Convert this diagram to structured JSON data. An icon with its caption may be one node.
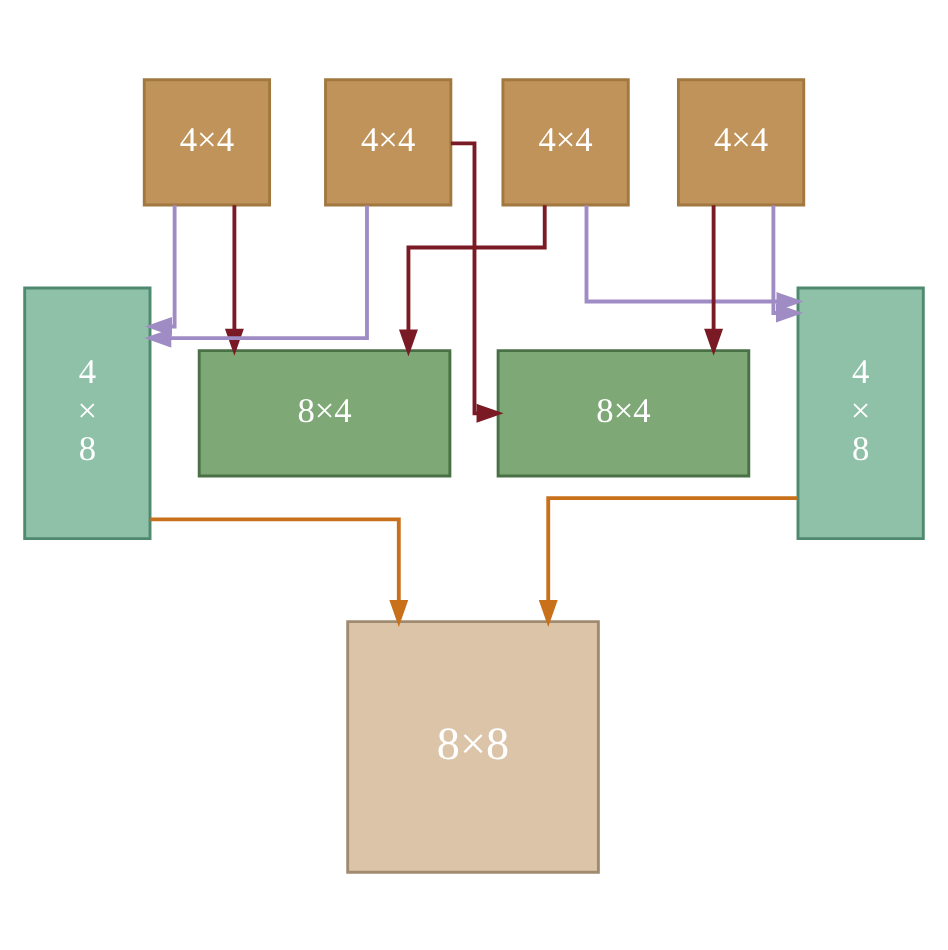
{
  "diagram": {
    "nodes": [
      {
        "text": [
          "4×4"
        ]
      },
      {
        "text": [
          "4×4"
        ]
      },
      {
        "text": [
          "4×4"
        ]
      },
      {
        "text": [
          "4×4"
        ]
      },
      {
        "text": [
          "4 × 8"
        ]
      },
      {
        "text": [
          "4 × 8"
        ]
      },
      {
        "text": [
          "8×4"
        ]
      },
      {
        "text": [
          "8×4"
        ]
      },
      {
        "text": [
          "8×8"
        ]
      }
    ],
    "edges": [
      {
        "from": 0,
        "to": 4,
        "arrow": "to",
        "color": "#a08cc4"
      },
      {
        "from": 2,
        "to": 4,
        "arrow": "to",
        "color": "#a08cc4"
      },
      {
        "from": 1,
        "to": 5,
        "arrow": "to",
        "color": "#a08cc4"
      },
      {
        "from": 3,
        "to": 5,
        "arrow": "to",
        "color": "#a08cc4"
      },
      {
        "from": 0,
        "to": 6,
        "arrow": "to",
        "color": "#7a1a25"
      },
      {
        "from": 1,
        "to": 6,
        "arrow": "to",
        "color": "#7a1a25"
      },
      {
        "from": 2,
        "to": 7,
        "arrow": "to",
        "color": "#7a1a25"
      },
      {
        "from": 3,
        "to": 7,
        "arrow": "to",
        "color": "#7a1a25"
      },
      {
        "from": 4,
        "to": 8,
        "arrow": "to",
        "color": "#c8701a"
      },
      {
        "from": 5,
        "to": 8,
        "arrow": "to",
        "color": "#c8701a"
      }
    ]
  }
}
